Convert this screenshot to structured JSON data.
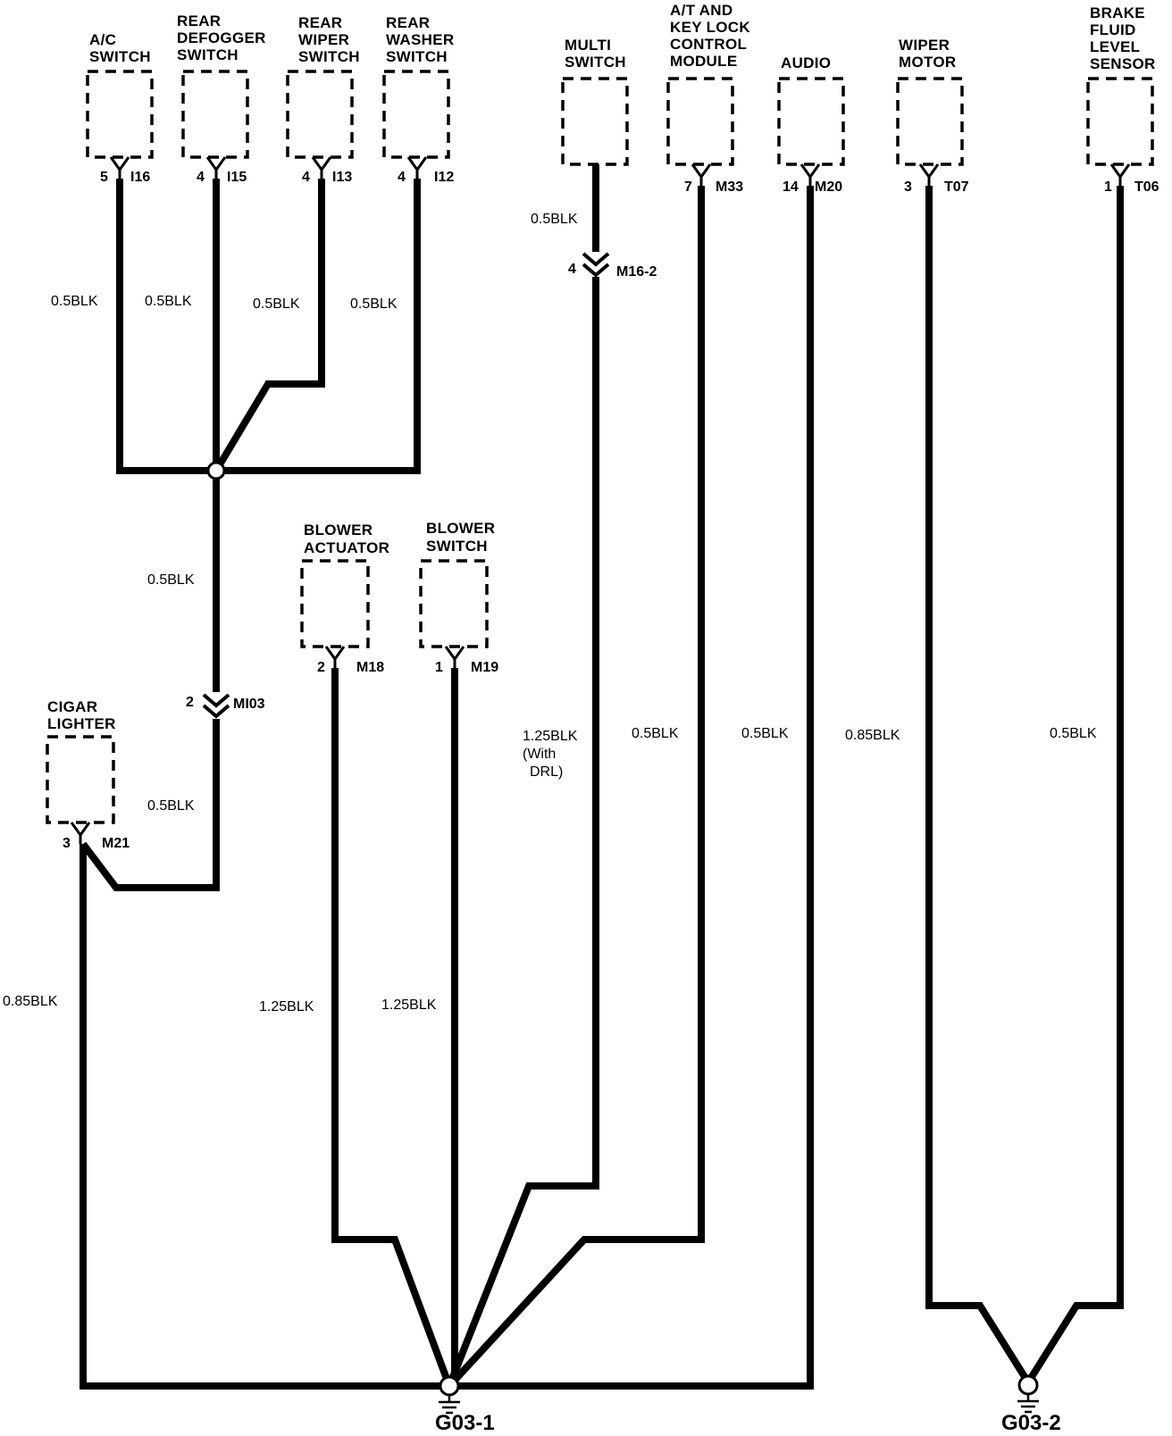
{
  "components": [
    {
      "id": "ac",
      "lines": [
        "A/C",
        "SWITCH"
      ],
      "pin": "5",
      "connector": "I16"
    },
    {
      "id": "defog",
      "lines": [
        "REAR",
        "DEFOGGER",
        "SWITCH"
      ],
      "pin": "4",
      "connector": "I15"
    },
    {
      "id": "rwiper",
      "lines": [
        "REAR",
        "WIPER",
        "SWITCH"
      ],
      "pin": "4",
      "connector": "I13"
    },
    {
      "id": "rwasher",
      "lines": [
        "REAR",
        "WASHER",
        "SWITCH"
      ],
      "pin": "4",
      "connector": "I12"
    },
    {
      "id": "multi",
      "lines": [
        "MULTI",
        "SWITCH"
      ],
      "pin": "",
      "connector": ""
    },
    {
      "id": "atkey",
      "lines": [
        "A/T  AND",
        "KEY LOCK",
        "CONTROL",
        "MODULE"
      ],
      "pin": "7",
      "connector": "M33"
    },
    {
      "id": "audio",
      "lines": [
        "AUDIO"
      ],
      "pin": "14",
      "connector": "M20"
    },
    {
      "id": "wiper",
      "lines": [
        "WIPER",
        "MOTOR"
      ],
      "pin": "3",
      "connector": "T07"
    },
    {
      "id": "brake",
      "lines": [
        "BRAKE",
        "FLUID",
        "LEVEL",
        "SENSOR"
      ],
      "pin": "1",
      "connector": "T06"
    },
    {
      "id": "bact",
      "lines": [
        "BLOWER",
        "ACTUATOR"
      ],
      "pin": "2",
      "connector": "M18"
    },
    {
      "id": "bsw",
      "lines": [
        "BLOWER",
        "SWITCH"
      ],
      "pin": "1",
      "connector": "M19"
    },
    {
      "id": "cigar",
      "lines": [
        "CIGAR",
        "LIGHTER"
      ],
      "pin": "3",
      "connector": "M21"
    }
  ],
  "inline_connectors": [
    {
      "id": "m162",
      "pin": "4",
      "connector": "M16-2"
    },
    {
      "id": "m103",
      "pin": "2",
      "connector": "MI03"
    }
  ],
  "wire_labels": [
    "0.5BLK",
    "0.5BLK",
    "0.5BLK",
    "0.5BLK",
    "0.5BLK",
    "0.5BLK",
    "0.5BLK",
    "1.25BLK",
    "(With",
    "DRL)",
    "0.5BLK",
    "0.5BLK",
    "0.85BLK",
    "0.5BLK",
    "0.85BLK",
    "1.25BLK",
    "1.25BLK"
  ],
  "grounds": [
    "G03-1",
    "G03-2"
  ]
}
